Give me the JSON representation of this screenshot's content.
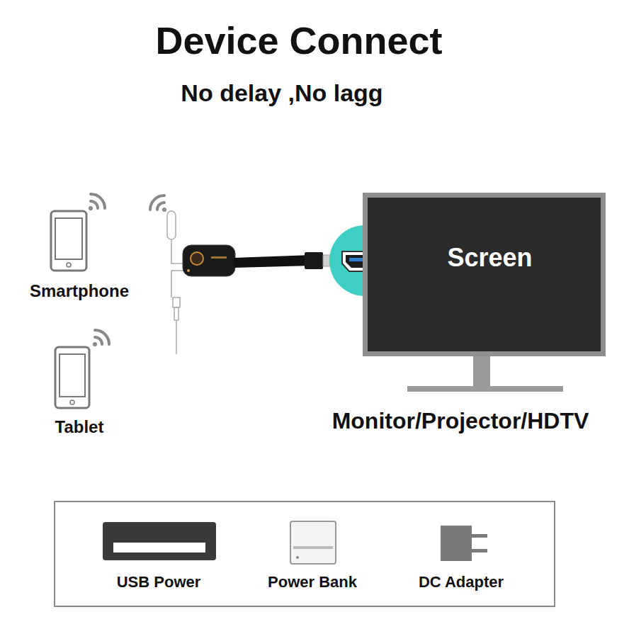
{
  "diagram": {
    "title": "Device Connect",
    "nodes": [
      {
        "text": [
          "Screen"
        ]
      }
    ],
    "labels": [
      "No delay ,No lagg",
      "Smartphone",
      "Tablet",
      "Monitor/Projector/HDTV",
      "USB Power",
      "Power Bank",
      "DC Adapter"
    ]
  }
}
